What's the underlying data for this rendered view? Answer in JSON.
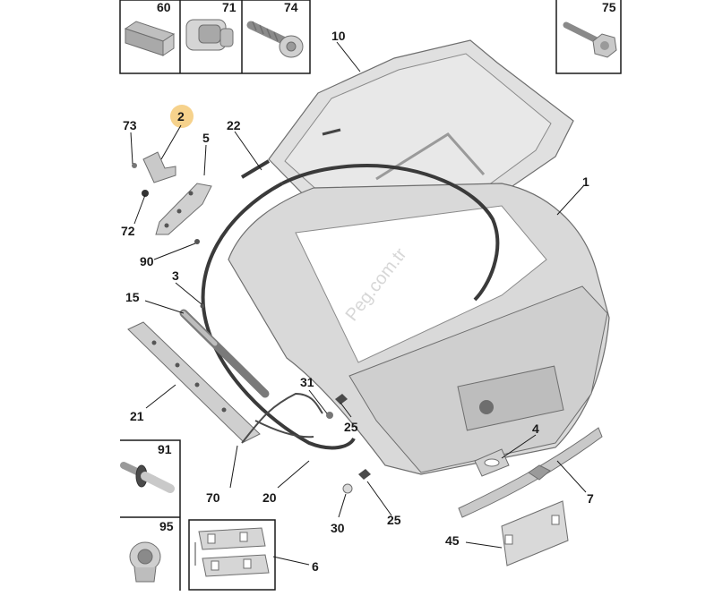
{
  "colors": {
    "highlight": "#f6d28c",
    "label": "#1a1a1a",
    "part_fill": "#d9d9d9",
    "part_stroke": "#6e6e6e",
    "glass": "#e4e4e4"
  },
  "watermark": "Peg.com.tr",
  "labels": {
    "l60": "60",
    "l71": "71",
    "l74": "74",
    "l75": "75",
    "l10": "10",
    "l2": "2",
    "l73": "73",
    "l22": "22",
    "l5": "5",
    "l1": "1",
    "l72": "72",
    "l90": "90",
    "l3": "3",
    "l15": "15",
    "l31": "31",
    "l25a": "25",
    "l21": "21",
    "l4": "4",
    "l91": "91",
    "l70": "70",
    "l20": "20",
    "l7": "7",
    "l30": "30",
    "l25b": "25",
    "l95": "95",
    "l45": "45",
    "l6": "6"
  }
}
